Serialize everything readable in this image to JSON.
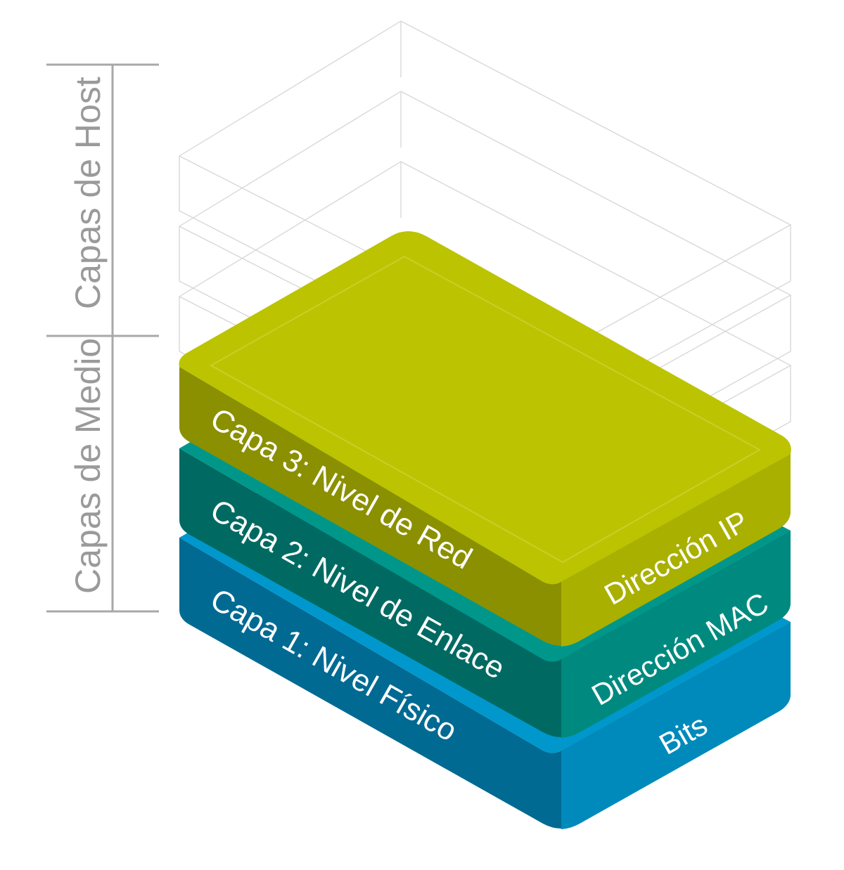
{
  "brackets": {
    "host": "Capas de Host",
    "media": "Capas de Medio"
  },
  "layers": [
    {
      "left_label": "Capa 1: Nivel Físico",
      "right_label": "Bits",
      "top_color": "#0097cc",
      "left_color": "#006a93",
      "right_color": "#008abb"
    },
    {
      "left_label": "Capa 2: Nivel de Enlace",
      "right_label": "Dirección MAC",
      "top_color": "#00978a",
      "left_color": "#006a62",
      "right_color": "#008a7f"
    },
    {
      "left_label": "Capa 3: Nivel de Red",
      "right_label": "Dirección IP",
      "top_color": "#bcc300",
      "left_color": "#8b9000",
      "right_color": "#a9b000"
    }
  ],
  "ghost_layers": 3,
  "colors": {
    "bracket_line": "#a8a8a8",
    "ghost_stroke": "#d6d6d6"
  }
}
